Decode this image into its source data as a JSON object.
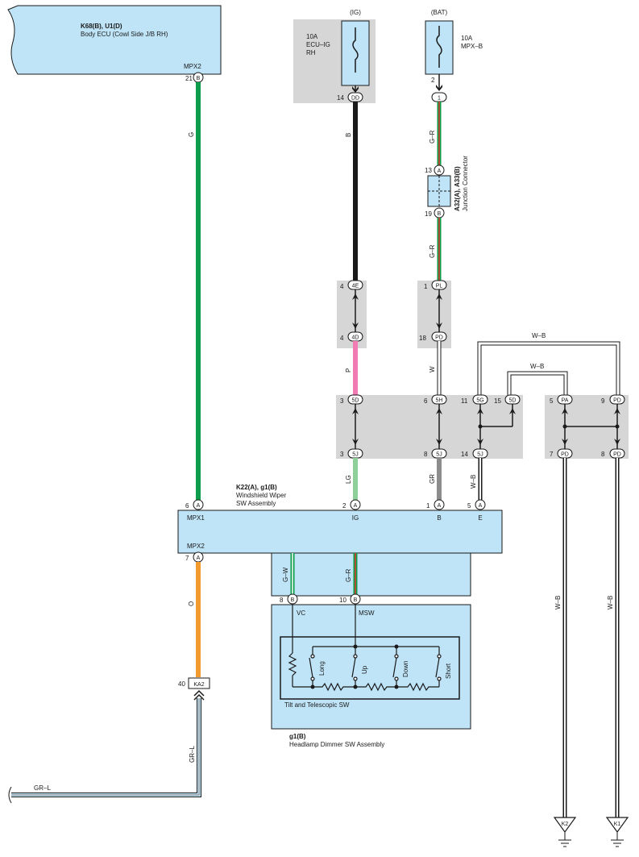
{
  "body_ecu": {
    "title": "K68(B), U1(D)",
    "subtitle": "Body ECU (Cowl Side J/B RH)",
    "pin_name": "MPX2",
    "pin_num": "21",
    "conn": "B"
  },
  "fuse_ig": {
    "header": "(IG)",
    "amp": "10A",
    "name1": "ECU–IG",
    "name2": "RH",
    "pin_num": "14",
    "conn": "DD"
  },
  "fuse_bat": {
    "header": "(BAT)",
    "amp": "10A",
    "name": "MPX–B",
    "pin_num": "2",
    "conn": "1"
  },
  "junction": {
    "title": "A32(A), A33(B)",
    "subtitle": "Junction Connector",
    "top_pin": "13",
    "top_conn": "A",
    "bot_pin": "19",
    "bot_conn": "B"
  },
  "wire_colors": {
    "g": "G",
    "b": "B",
    "gr1": "G–R",
    "gr2": "G–R",
    "p": "P",
    "w": "W",
    "wb_top1": "W–B",
    "wb_top2": "W–B",
    "lg": "LG",
    "gr": "GR",
    "wb_e": "W–B",
    "o": "O",
    "grl_v": "GR–L",
    "grl_h": "GR–L",
    "gw": "G–W",
    "gr_msw": "G–R",
    "wb_k2": "W–B",
    "wb_k1": "W–B"
  },
  "jb_upper": {
    "p4e_num": "4",
    "p4e": "4E",
    "p4d_num": "4",
    "p4d": "4D",
    "ppl_num": "1",
    "ppl": "PL",
    "ppd_num": "18",
    "ppd": "PD"
  },
  "jb_lower": {
    "a_num": "3",
    "a": "5D",
    "b_num": "6",
    "b": "5H",
    "c_num": "11",
    "c": "5G",
    "d_num": "15",
    "d": "5D",
    "e_num": "3",
    "e": "5J",
    "f_num": "8",
    "f": "5J",
    "g_num": "14",
    "g": "5J"
  },
  "jb_right": {
    "a_num": "5",
    "a": "PA",
    "b_num": "9",
    "b": "PD",
    "c_num": "7",
    "c": "PD",
    "d_num": "8",
    "d": "PD"
  },
  "wiper_sw": {
    "title": "K22(A), g1(B)",
    "line1": "Windshield Wiper",
    "line2": "SW Assembly",
    "mpx1_num": "6",
    "mpx1_conn": "A",
    "mpx1": "MPX1",
    "ig_num": "2",
    "ig_conn": "A",
    "ig": "IG",
    "b_num": "1",
    "b_conn": "A",
    "b": "B",
    "e_num": "5",
    "e_conn": "A",
    "e": "E",
    "mpx2": "MPX2",
    "mpx2_num": "7",
    "mpx2_conn": "A"
  },
  "dimmer": {
    "vc_num": "8",
    "vc_conn": "B",
    "vc": "VC",
    "msw_num": "10",
    "msw_conn": "B",
    "msw": "MSW",
    "sw_long": "Long",
    "sw_up": "Up",
    "sw_down": "Down",
    "sw_short": "Short",
    "tilt_label": "Tilt and Telescopic SW",
    "title": "g1(B)",
    "subtitle": "Headlamp Dimmer SW Assembly"
  },
  "ka2": {
    "num": "40",
    "label": "KA2"
  },
  "grounds": {
    "k2": "K2",
    "k1": "K1"
  },
  "colors": {
    "module_fill": "#bfe4f7",
    "jb_fill": "#d6d6d6",
    "green": "#0d9c49",
    "black": "#1a1a1a",
    "pink": "#f07cb3",
    "light_green": "#8fcf9a",
    "gray": "#8c8c8c",
    "orange": "#f39a2e",
    "red": "#e8332b"
  }
}
